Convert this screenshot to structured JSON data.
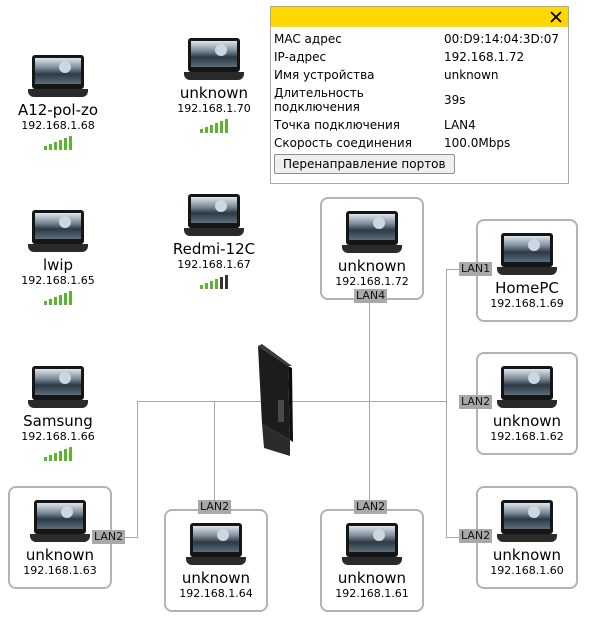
{
  "info_panel": {
    "rows": [
      {
        "label": "MAC адрес",
        "value": "00:D9:14:04:3D:07"
      },
      {
        "label": "IP-адрес",
        "value": "192.168.1.72"
      },
      {
        "label": "Имя устройства",
        "value": "unknown"
      },
      {
        "label": "Длительность подключения",
        "value": "39s"
      },
      {
        "label": "Точка подключения",
        "value": "LAN4"
      },
      {
        "label": "Скорость соединения",
        "value": "100.0Mbps"
      }
    ],
    "button_label": "Перенаправление портов",
    "accent_color": "#ffd800"
  },
  "wireless_devices": [
    {
      "name": "A12-pol-zo",
      "ip": "192.168.1.68",
      "signal_level": 5
    },
    {
      "name": "unknown",
      "ip": "192.168.1.70",
      "signal_level": 5
    },
    {
      "name": "lwip",
      "ip": "192.168.1.65",
      "signal_level": 5
    },
    {
      "name": "Redmi-12C",
      "ip": "192.168.1.67",
      "signal_level": 3
    },
    {
      "name": "Samsung",
      "ip": "192.168.1.66",
      "signal_level": 5
    }
  ],
  "wired_devices": [
    {
      "name": "unknown",
      "ip": "192.168.1.72",
      "port": "LAN4"
    },
    {
      "name": "HomePC",
      "ip": "192.168.1.69",
      "port": "LAN1"
    },
    {
      "name": "unknown",
      "ip": "192.168.1.62",
      "port": "LAN2"
    },
    {
      "name": "unknown",
      "ip": "192.168.1.63",
      "port": "LAN2"
    },
    {
      "name": "unknown",
      "ip": "192.168.1.64",
      "port": "LAN2"
    },
    {
      "name": "unknown",
      "ip": "192.168.1.61",
      "port": "LAN2"
    },
    {
      "name": "unknown",
      "ip": "192.168.1.60",
      "port": "LAN2"
    }
  ],
  "icons": {
    "device": "laptop-icon",
    "router": "router-icon",
    "signal": "signal-strength-icon",
    "close": "close-icon"
  }
}
